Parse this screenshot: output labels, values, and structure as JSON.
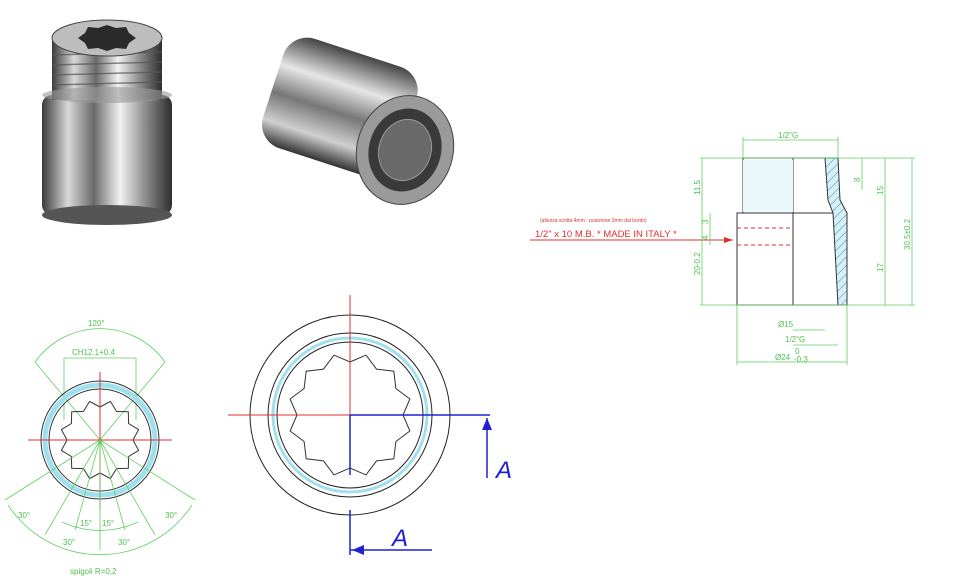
{
  "photos": {
    "male_end": "fitting-photo-male-thread",
    "female_end": "fitting-photo-female-thread"
  },
  "front_view": {
    "angle_top": "120°",
    "hex_width": "CH12.1+0.4",
    "angle_left": "30°",
    "angle_right": "30°",
    "angle_bottom_left": "30°",
    "angle_bottom_right": "30°",
    "angle_inner_left": "15°",
    "angle_inner_right": "15°",
    "note": "spigoli R=0,2"
  },
  "section_view": {
    "label_horizontal": "A",
    "label_vertical": "A"
  },
  "side_view": {
    "marking_note": "(altezza scritta 4mm - posizione 3mm dal bordo)",
    "marking_text": "1/2\" x 10 M.B. * MADE IN ITALY *",
    "thread_top": "1/2\"G",
    "len_thread": "11.5",
    "depth_8": "8",
    "len_15": "15",
    "total_len": "30.5±0.2",
    "pos_3": "3",
    "pos_4": "4",
    "body_len": "20-0.2",
    "len_17": "17",
    "bore": "Ø15",
    "thread_bottom": "1/2\"G",
    "outer_dia": "Ø24",
    "outer_tol_upper": "0",
    "outer_tol_lower": "-0.3"
  },
  "colors": {
    "dimension": "#5fd05f",
    "centerline": "#e03030",
    "section": "#2020d0",
    "hatch": "#b8e4f0"
  }
}
